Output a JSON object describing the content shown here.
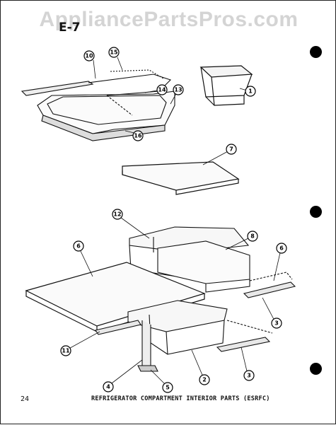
{
  "watermark": "AppliancePartsPros.com",
  "page_id": "E-7",
  "page_number": "24",
  "caption": "REFRIGERATOR COMPARTMENT INTERIOR PARTS (ESRFC)",
  "callouts": [
    "1",
    "2",
    "3",
    "3",
    "4",
    "5",
    "6",
    "6",
    "7",
    "8",
    "10",
    "11",
    "12",
    "13",
    "14",
    "15",
    "16"
  ]
}
